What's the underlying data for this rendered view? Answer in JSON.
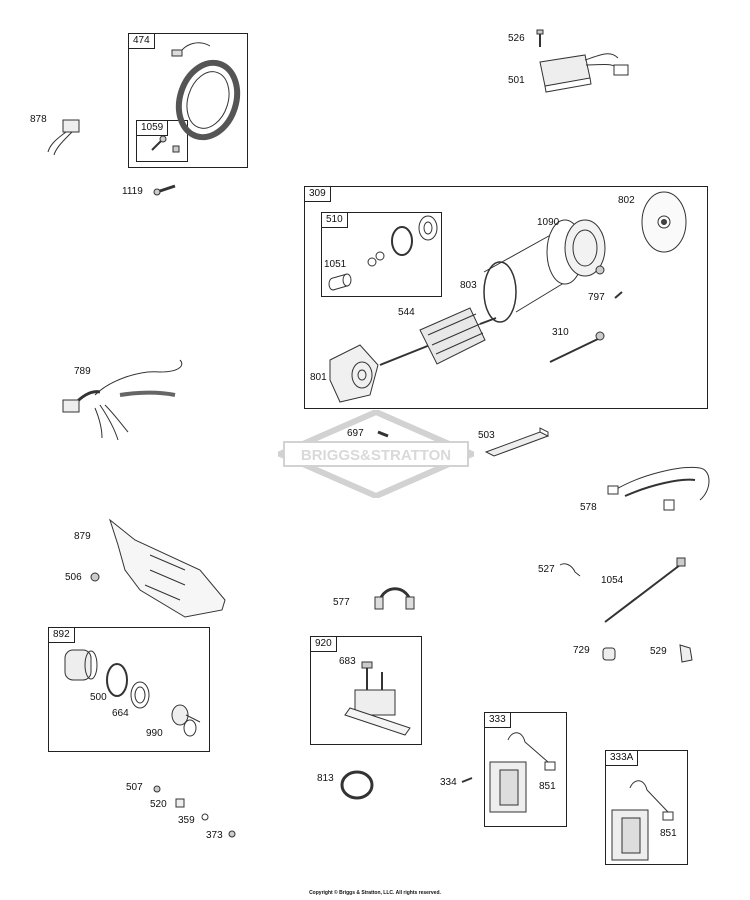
{
  "groups": {
    "g474": "474",
    "g1059": "1059",
    "g309": "309",
    "g510": "510",
    "g892": "892",
    "g920": "920",
    "g333": "333",
    "g333a": "333A"
  },
  "parts": {
    "p878": "878",
    "p1119": "1119",
    "p526": "526",
    "p501": "501",
    "p1051": "1051",
    "p1090": "1090",
    "p802": "802",
    "p803": "803",
    "p544": "544",
    "p797": "797",
    "p310": "310",
    "p801": "801",
    "p789": "789",
    "p697": "697",
    "p503": "503",
    "p578": "578",
    "p879": "879",
    "p506": "506",
    "p577": "577",
    "p527": "527",
    "p1054": "1054",
    "p500": "500",
    "p664": "664",
    "p990": "990",
    "p683": "683",
    "p729": "729",
    "p529": "529",
    "p507": "507",
    "p520": "520",
    "p359": "359",
    "p373": "373",
    "p813": "813",
    "p334": "334",
    "p851a": "851",
    "p851b": "851"
  },
  "watermark": "BRIGGS&STRATTON",
  "copyright": "Copyright © Briggs & Stratton, LLC. All rights reserved."
}
